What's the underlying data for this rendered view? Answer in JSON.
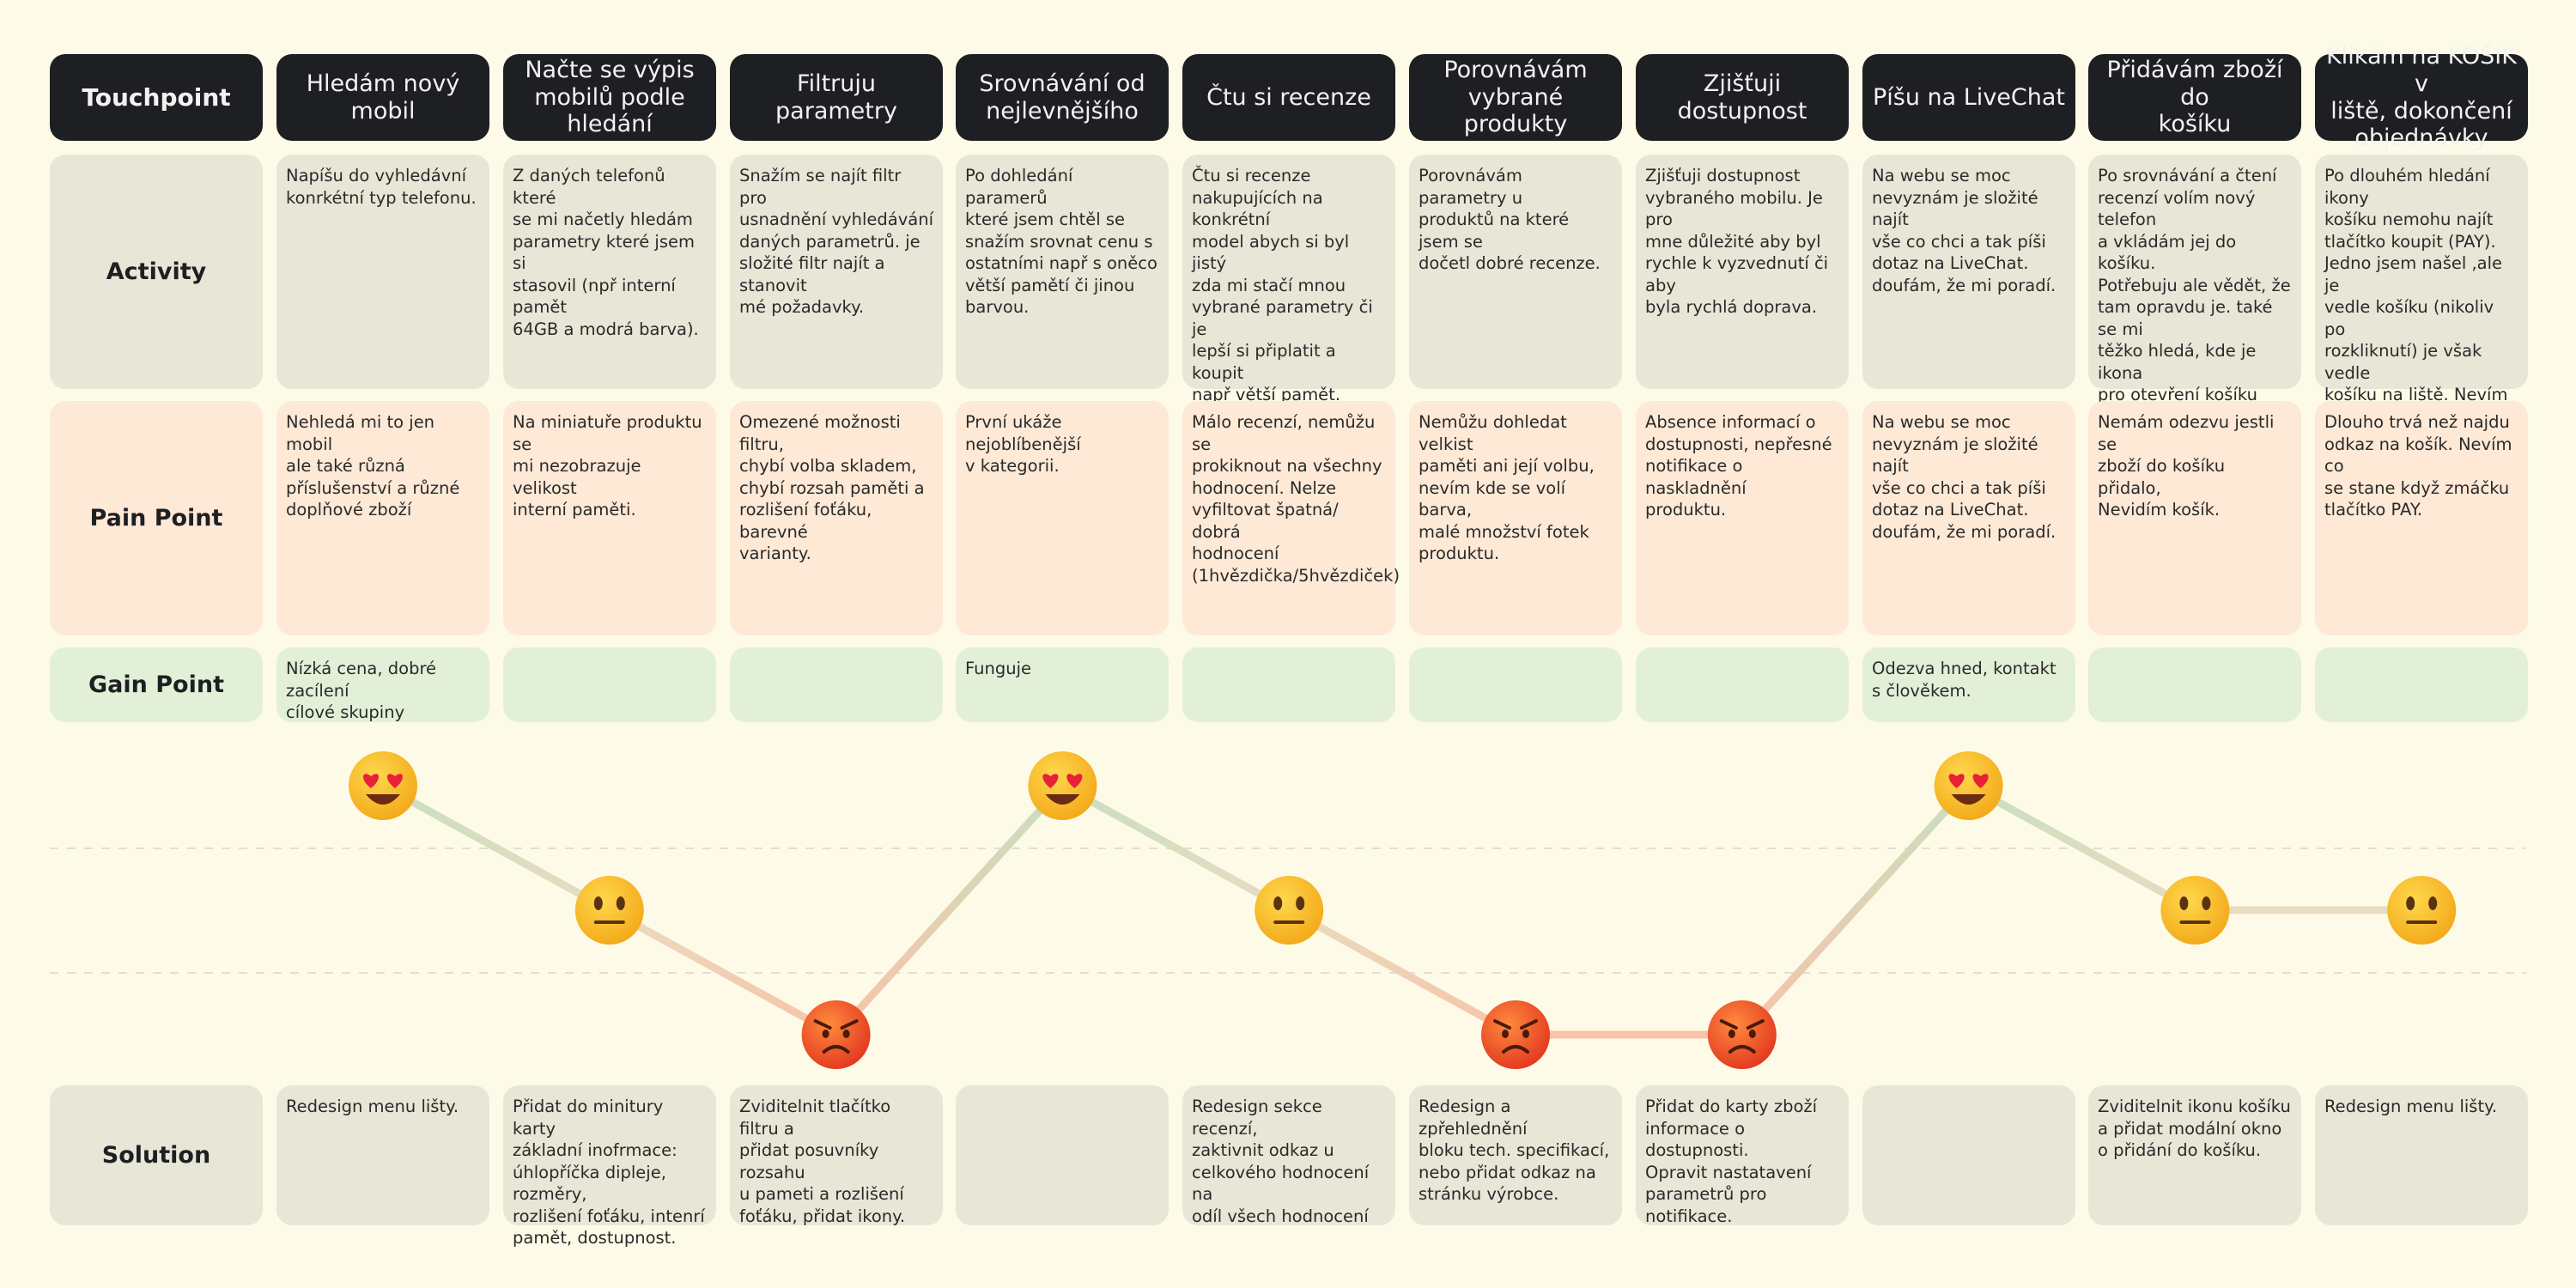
{
  "row_labels": {
    "touchpoint": "Touchpoint",
    "activity": "Activity",
    "pain": "Pain Point",
    "gain": "Gain Point",
    "solution": "Solution"
  },
  "columns": [
    {
      "touchpoint": "Hledám nový mobil",
      "activity": "Napíšu do vyhledávní\nkonrkétní typ telefonu.",
      "pain": "Nehledá mi to jen mobil\nale také různá\npříslušenství a různé\ndoplňové zboží",
      "gain": "Nízká cena, dobré zacílení\ncílové skupiny",
      "solution": "Redesign menu lišty."
    },
    {
      "touchpoint": "Načte se výpis\nmobilů podle\nhledání",
      "activity": "Z daných telefonů které\nse mi načetly hledám\nparametry které jsem si\nstasovil (npř interní pamět\n64GB a modrá barva).",
      "pain": "Na miniatuře produktu se\nmi nezobrazuje velikost\ninterní paměti.",
      "gain": "",
      "solution": "Přidat do minitury karty\nzákladní inofrmace:\núhlopříčka dipleje, rozměry,\nrozlišení foťáku, intenrí\npamět, dostupnost."
    },
    {
      "touchpoint": "Filtruju parametry",
      "activity": "Snažím se najít filtr pro\nusnadnění vyhledávání\ndaných parametrů. je\nsložité filtr najít a stanovit\nmé požadavky.",
      "pain": "Omezené možnosti filtru,\nchybí volba skladem,\nchybí rozsah paměti a\nrozlišení foťáku, barevné\nvarianty.",
      "gain": "",
      "solution": "Zviditelnit tlačítko filtru a\npřidat posuvníky rozsahu\nu pameti a rozlišení\nfoťáku, přidat ikony."
    },
    {
      "touchpoint": "Srovnávání od\nnejlevnějšího",
      "activity": "Po dohledání paramerů\nkteré jsem chtěl se\nsnažím srovnat cenu s\nostatními např s oněco\nvětší pamětí či jinou\nbarvou.",
      "pain": "První ukáže nejoblíbenější\nv kategorii.",
      "gain": "Funguje",
      "solution": ""
    },
    {
      "touchpoint": "Čtu si recenze",
      "activity": "Čtu si recenze\nnakupujících na konkrétní\nmodel abych si byl jistý\nzda mi stačí mnou\nvybrané parametry či je\nlepší si připlatit a koupit\nnapř větší pamět.",
      "pain": "Málo recenzí, nemůžu se\nprokiknout na všechny\nhodnocení. Nelze\nvyfiltovat špatná/ dobrá\nhodnocení\n(1hvězdička/5hvězdiček)",
      "gain": "",
      "solution": "Redesign sekce recenzí,\nzaktivnit odkaz u\ncelkového hodnocení na\nodíl všech hodnocení"
    },
    {
      "touchpoint": "Porovnávám\nvybrané produkty",
      "activity": "Porovnávám  parametry u\nproduktů na které jsem se\ndočetl dobré recenze.",
      "pain": "Nemůžu dohledat velkist\npaměti ani její volbu,\nnevím kde se volí barva,\nmalé množství fotek\nproduktu.",
      "gain": "",
      "solution": "Redesign a zpřehlednění\nbloku tech. specifikací,\nnebo přidat odkaz na\nstránku výrobce."
    },
    {
      "touchpoint": "Zjišťuji dostupnost",
      "activity": "Zjišťuji dostupnost\nvybraného mobilu. Je pro\nmne důležité aby byl\nrychle k vyzvednutí či aby\nbyla rychlá doprava.",
      "pain": "Absence informací o\ndostupnosti, nepřesné\nnotifikace o naskladnění\nproduktu.",
      "gain": "",
      "solution": "Přidat do karty zboží\ninformace o dostupnosti.\nOpravit nastatavení\nparametrů pro notifikace."
    },
    {
      "touchpoint": "Píšu na LiveChat",
      "activity": "Na webu se moc\nnevyznám je složité najít\nvše co chci a tak píši\ndotaz na LiveChat.\ndoufám, že mi poradí.",
      "pain": "Na webu se moc\nnevyznám je složité najít\nvše co chci a tak píši\ndotaz na LiveChat.\ndoufám, že mi poradí.",
      "gain": "Odezva hned, kontakt\ns člověkem.",
      "solution": ""
    },
    {
      "touchpoint": "Přidávám zboží do\nkošíku",
      "activity": "Po srovnávání a čtení\nrecenzí volím nový telefon\na vkládám jej do košíku.\nPotřebuju ale vědět, že\ntam opravdu je. také se mi\ntěžko hledá, kde je ikona\npro otevření košíku abych\nmohl produkt zakoupit.",
      "pain": "Nemám odezvu jestli se\nzboží do košíku přidalo,\nNevidím košík.",
      "gain": "",
      "solution": "Zviditelnit ikonu košíku\na přidat  modální okno\no přidání do košíku."
    },
    {
      "touchpoint": "Klikám na KOŠÍK v\nliště, dokončení\nobjednávky",
      "activity": "Po dlouhém hledání ikony\nkošíku nemohu najít\ntlačítko koupit (PAY).\nJedno jsem našel ,ale je\nvedle košíku (nikoliv po\nrozkliknutí) je však vedle\nkošíku na liště. Nevím tedy\nzda kliknout na tlačítko\nPAY které vidím,\nči je jiné ještě v košíku.",
      "pain": "Dlouho trvá než najdu\nodkaz na košík. Nevím co\nse stane když zmáčku\ntlačítko PAY.",
      "gain": "",
      "solution": "Redesign menu lišty."
    }
  ],
  "emotion_curve": {
    "levels": [
      "positive",
      "neutral",
      "negative"
    ],
    "points": [
      "positive",
      "neutral",
      "negative",
      "positive",
      "neutral",
      "negative",
      "negative",
      "positive",
      "neutral",
      "neutral"
    ],
    "icons": {
      "positive": "heart-eyes-emoji-icon",
      "neutral": "neutral-face-emoji-icon",
      "negative": "angry-face-emoji-icon"
    },
    "colors": {
      "positive": "#c9dfc0",
      "neutral": "#e9dcc0",
      "negative": "#f8c3a8"
    }
  }
}
